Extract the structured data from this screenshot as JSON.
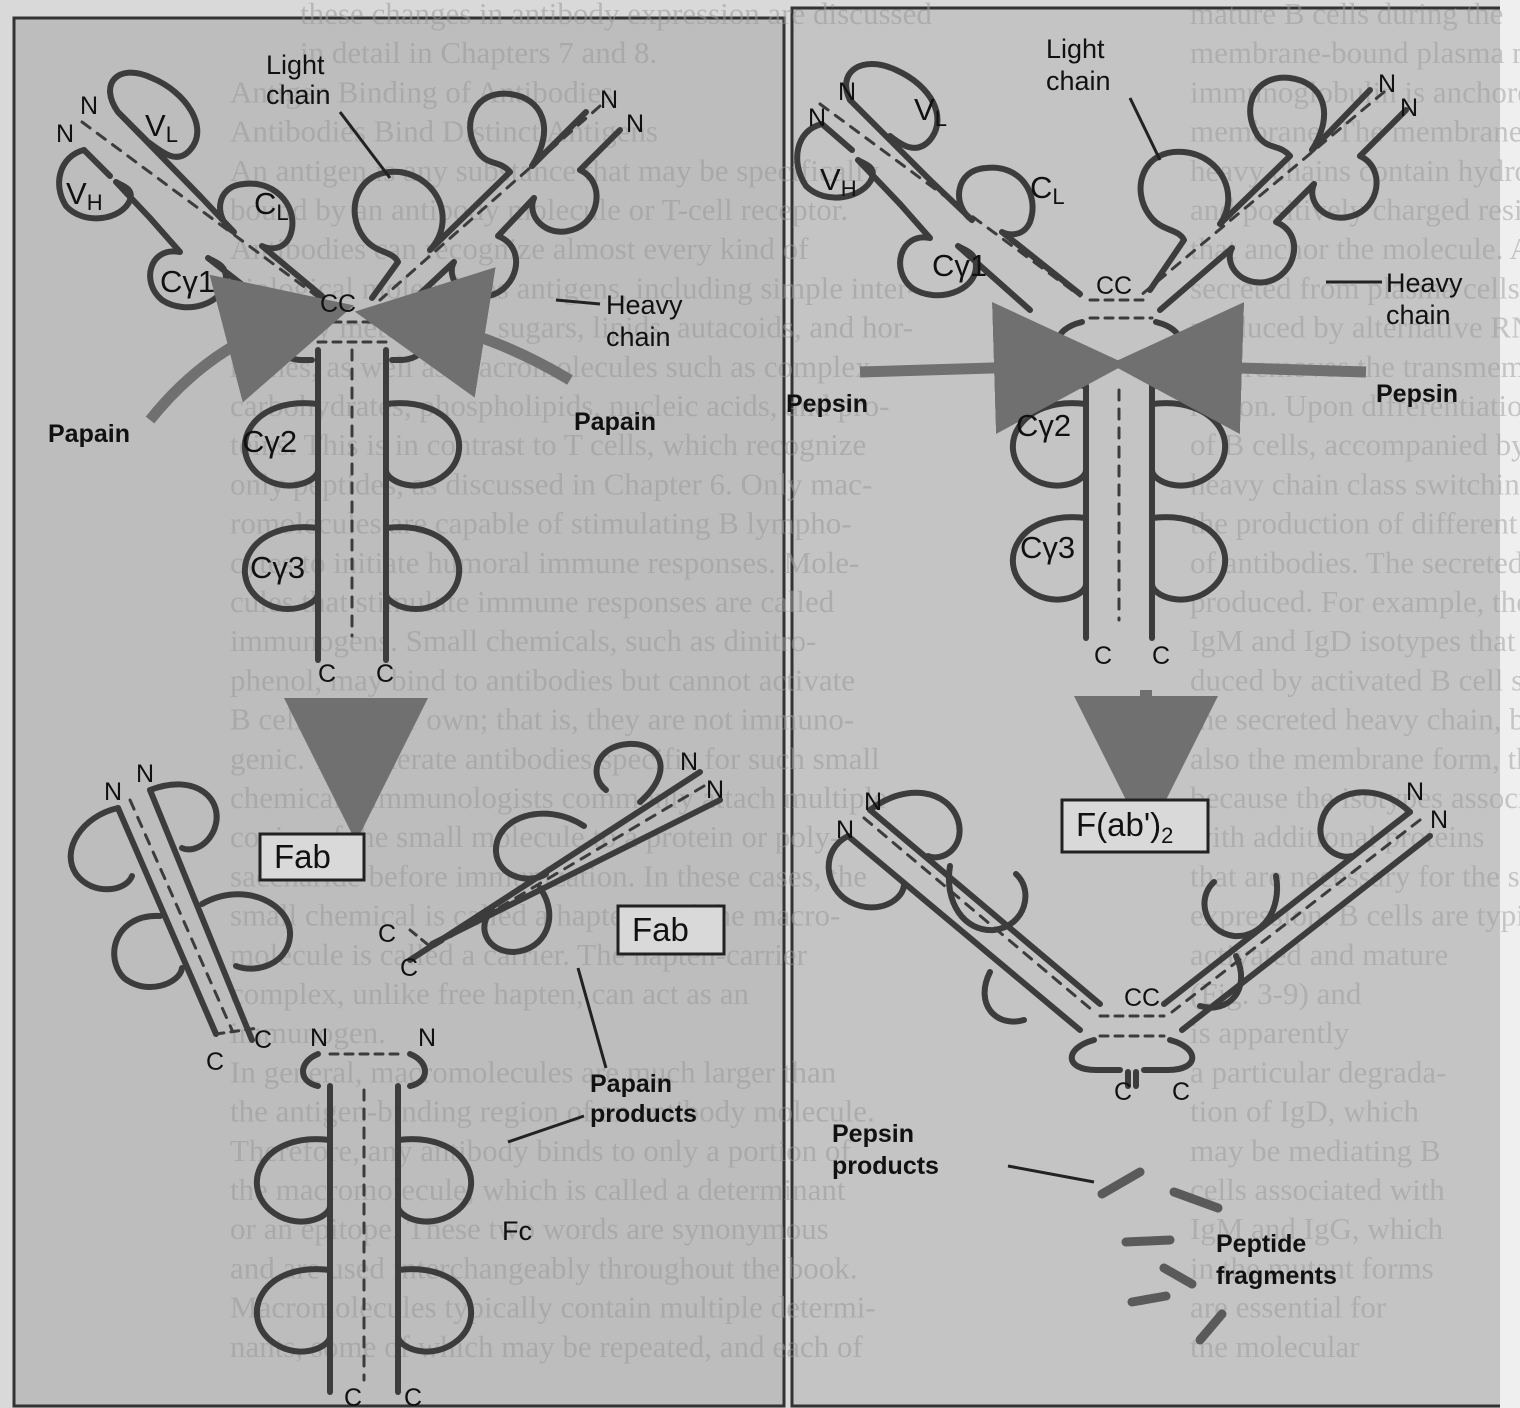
{
  "colors": {
    "panel_left": "#bdbdbd",
    "panel_right": "#c4c4c4",
    "chain_stroke": "#3c3c3c",
    "arrow": "#707070",
    "background_text": "#9a9a9a"
  },
  "left_panel": {
    "light_chain_label": [
      "Light",
      "chain"
    ],
    "heavy_chain_label": [
      "Heavy",
      "chain"
    ],
    "enzyme_left": "Papain",
    "enzyme_right": "Papain",
    "domains": {
      "vl": "V",
      "vl_sub": "L",
      "vh": "V",
      "vh_sub": "H",
      "cl": "C",
      "cl_sub": "L",
      "cg1": "Cγ1",
      "cg2": "Cγ2",
      "cg3": "Cγ3"
    },
    "disulfide": "CC",
    "termini": {
      "n": "N",
      "c": "C"
    },
    "fab_label_1": "Fab",
    "fab_label_2": "Fab",
    "fc_label": "Fc",
    "products_label": [
      "Papain",
      "products"
    ]
  },
  "right_panel": {
    "light_chain_label": [
      "Light",
      "chain"
    ],
    "heavy_chain_label": [
      "Heavy",
      "chain"
    ],
    "enzyme_left": "Pepsin",
    "enzyme_right": "Pepsin",
    "domains": {
      "vl": "V",
      "vl_sub": "L",
      "vh": "V",
      "vh_sub": "H",
      "cl": "C",
      "cl_sub": "L",
      "cg1": "Cγ1",
      "cg2": "Cγ2",
      "cg3": "Cγ3"
    },
    "disulfide": "CC",
    "fab2_label": "F(ab')",
    "fab2_sub": "2",
    "products_label": [
      "Pepsin",
      "products"
    ],
    "peptide_label": [
      "Peptide",
      "fragments"
    ]
  },
  "background_text": [
    "these changes in antibody expression are discussed",
    "in detail in Chapters 7 and 8.",
    "Antigen Binding of Antibodies",
    "Antibodies Bind Distinct Antigens",
    "An antigen is any substance that may be specifically",
    "bound by an antibody molecule or T-cell receptor.",
    "Antibodies can recognize almost every kind of",
    "biological molecule as antigens, including simple inter-",
    "mediary metabolites, sugars, lipids, autacoids, and hor-",
    "mones, as well as macromolecules such as complex",
    "carbohydrates, phospholipids, nucleic acids, and pro-",
    "teins. This is in contrast to T cells, which recognize",
    "only peptides, as discussed in Chapter 6. Only mac-",
    "romolecules are capable of stimulating B lympho-",
    "cytes to initiate humoral immune responses. Mole-",
    "cules that stimulate immune responses are called",
    "immunogens. Small chemicals, such as dinitro-",
    "phenol, may bind to antibodies but cannot activate",
    "B cells on their own; that is, they are not immuno-",
    "genic. To generate antibodies specific for such small",
    "chemicals, immunologists commonly attach multiple",
    "copies of the small molecule to a protein or poly-",
    "saccharide before immunization. In these cases, the",
    "small chemical is called a hapten, and the macro-",
    "molecule is called a carrier. The hapten-carrier",
    "complex, unlike free hapten, can act as an",
    "immunogen.",
    "In general, macromolecules are much larger than",
    "the antigen-binding region of an antibody molecule.",
    "Therefore, any antibody binds to only a portion of",
    "the macromolecule, which is called a determinant",
    "or an epitope. These two words are synonymous",
    "and are used interchangeably throughout the book.",
    "Macromolecules typically contain multiple determi-",
    "nants, some of which may be repeated, and each of"
  ],
  "background_text_right": [
    "mature B cells during the",
    "membrane-bound plasma mem-",
    "immunoglobulin is anchored in the",
    "membrane. The membrane forms of",
    "heavy chains contain hydrophobic",
    "and positively charged residues",
    "that anchor the molecule. Antibodies",
    "secreted from plasma cells are",
    "produced by alternative RNA processing",
    "that removes the transmembrane",
    "region. Upon differentiation",
    "of B cells, accompanied by",
    "heavy chain class switching, resulting in",
    "the production of different forms",
    "of antibodies. The secreted form of Ig is",
    "produced. For example, the",
    "IgM and IgD isotypes that pro-",
    "duced by activated B cell synthesize",
    "the secreted heavy chain, but",
    "also the membrane form, this is",
    "because the isotypes associate",
    "with additional proteins",
    "that are necessary for the surface",
    "expression. B cells are typically",
    "activated and mature",
    "(Fig. 3-9) and",
    "is apparently",
    "a particular degrada-",
    "tion of IgD, which",
    "may be mediating B",
    "cells associated with",
    "IgM and IgG, which",
    "in the mutant forms",
    "are essential for",
    "the molecular"
  ]
}
